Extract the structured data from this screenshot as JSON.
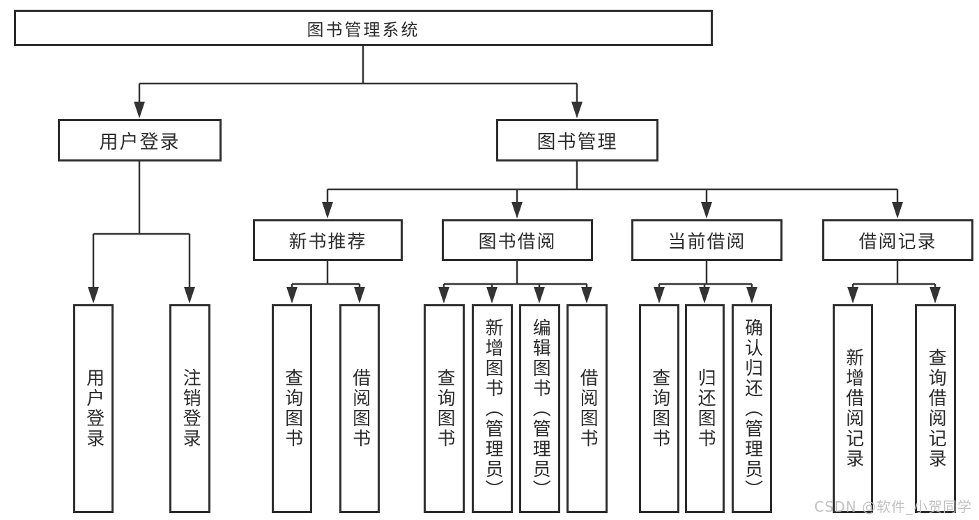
{
  "title": {
    "label": "图书管理系统"
  },
  "tree": {
    "user": {
      "label": "用户登录",
      "children": [
        {
          "label": "用户登录"
        },
        {
          "label": "注销登录"
        }
      ]
    },
    "books": {
      "label": "图书管理",
      "groups": [
        {
          "label": "新书推荐",
          "children": [
            {
              "label": "查询图书"
            },
            {
              "label": "借阅图书"
            }
          ]
        },
        {
          "label": "图书借阅",
          "children": [
            {
              "label": "查询图书"
            },
            {
              "label": "新增图书（管理员）"
            },
            {
              "label": "编辑图书（管理员）"
            },
            {
              "label": "借阅图书"
            }
          ]
        },
        {
          "label": "当前借阅",
          "children": [
            {
              "label": "查询图书"
            },
            {
              "label": "归还图书"
            },
            {
              "label": "确认归还（管理员）"
            }
          ]
        },
        {
          "label": "借阅记录",
          "children": [
            {
              "label": "新增借阅记录"
            },
            {
              "label": "查询借阅记录"
            }
          ]
        }
      ]
    }
  },
  "watermark": {
    "text": "CSDN @软件_小贺同学"
  },
  "colors": {
    "line": "#333333",
    "box_border": "#2e2e2e",
    "text": "#2b2b2b",
    "background": "#ffffff",
    "watermark": "#c2c0c0"
  }
}
